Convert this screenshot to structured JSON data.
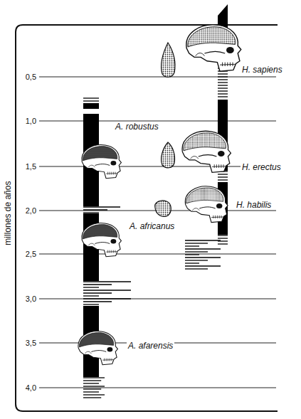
{
  "diagram": {
    "labels": [
      "H. sapiens",
      "0,5",
      "1,0",
      "A. robustus",
      "1,5",
      "H. erectus",
      "2,0",
      "H. habilis",
      "A. africanus",
      "2,5",
      "3,0",
      "3,5",
      "A. afarensis",
      "4,0",
      "millones de años"
    ]
  }
}
